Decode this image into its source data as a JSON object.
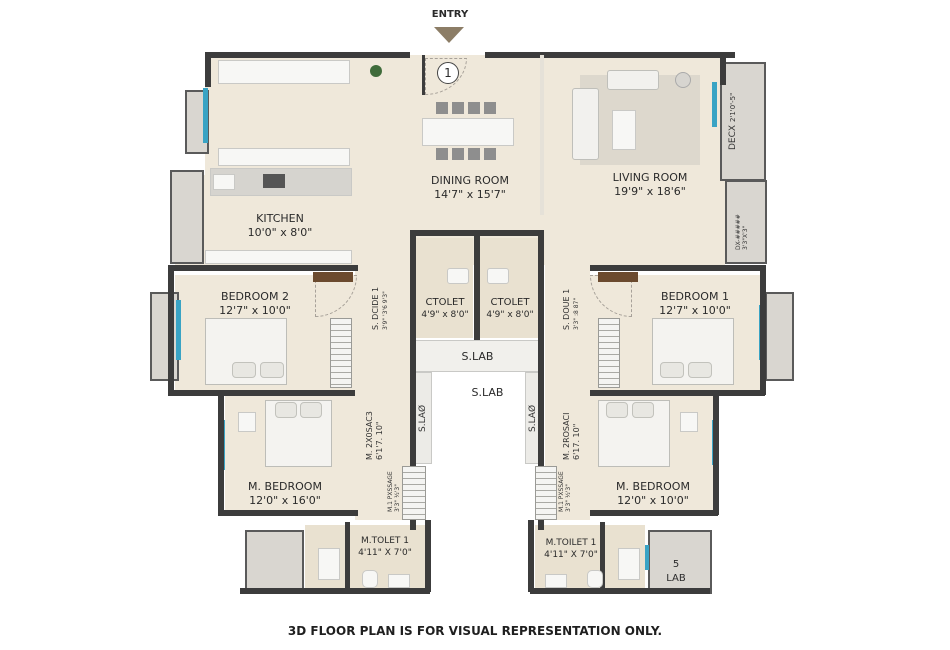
{
  "entry": {
    "label": "ENTRY",
    "marker_number": "1"
  },
  "rooms": {
    "dining": {
      "name": "DINING ROOM",
      "size": "14'7\" x 15'7\""
    },
    "living": {
      "name": "LIVING ROOM",
      "size": "19'9\" x 18'6\""
    },
    "kitchen": {
      "name": "KITCHEN",
      "size": "10'0\" x 8'0\""
    },
    "bedroom2": {
      "name": "BEDROOM 2",
      "size": "12'7\" x 10'0\""
    },
    "bedroom1": {
      "name": "BEDROOM 1",
      "size": "12'7\" x 10'0\""
    },
    "ctoilet_left": {
      "name": "CTOLET",
      "size": "4'9\" x 8'0\""
    },
    "ctoilet_right": {
      "name": "CTOLET",
      "size": "4'9\" x 8'0\""
    },
    "slab_upper": {
      "name": "S.LAB"
    },
    "slab_center": {
      "name": "S.LAB"
    },
    "slab_left": {
      "name": "S.LAØ"
    },
    "slab_right": {
      "name": "S.LAØ"
    },
    "mbedroom_left": {
      "name": "M. BEDROOM",
      "size": "12'0\" x 16'0\""
    },
    "mbedroom_right": {
      "name": "M. BEDROOM",
      "size": "12'0\" x 10'0\""
    },
    "mtoilet_left": {
      "name": "M.TOLET 1",
      "size": "4'11\" X 7'0\""
    },
    "mtoilet_right": {
      "name": "M.TOILET 1",
      "size": "4'11\" X 7'0\""
    },
    "deck": {
      "name": "DECX",
      "size": "2'1'0'-5\""
    },
    "deck_small": {
      "name": "DX-#####",
      "size": "3'3\"X'3\""
    },
    "slab5": {
      "name": "5",
      "sub": "LAB"
    }
  },
  "corridors": {
    "sdoie_left": {
      "name": "S. DCIDE 1",
      "size": "3'9\" '3'6 9'3\""
    },
    "sdoie_right": {
      "name": "S. DOUE 1",
      "size": "3'3\" :8 87\""
    },
    "mpassage_left": {
      "name": "M. 2X0SAC3",
      "size": "6'1'7. 10\""
    },
    "mpassage_right": {
      "name": "M. 2ROSACI",
      "size": "6'17. 10\""
    },
    "mpass_small_left": {
      "name": "M.1 PXSSAGE",
      "size": "3'3\" ½'3\""
    },
    "mpass_small_right": {
      "name": "M.1 PXSSAGE",
      "size": "3'3\" ½'3\""
    }
  },
  "disclaimer": "3D FLOOR PLAN IS FOR VISUAL REPRESENTATION ONLY.",
  "colors": {
    "wall": "#3c3c3c",
    "floor": "#efe8da",
    "glass": "#39a3c4",
    "entry_arrow": "#8c7d66",
    "background": "#ffffff"
  }
}
